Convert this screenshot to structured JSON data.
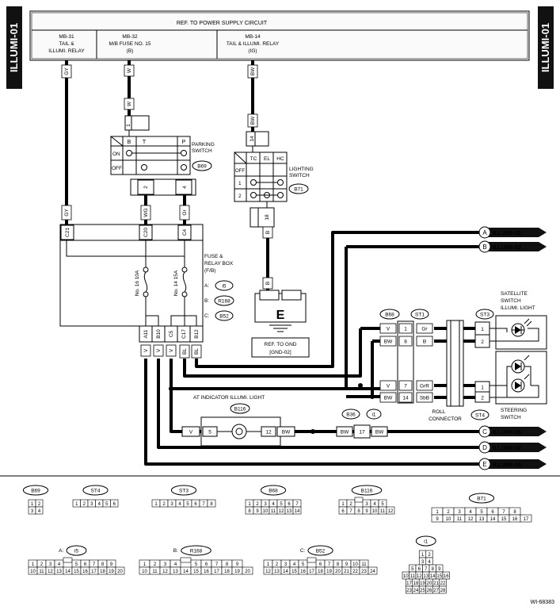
{
  "side_label": "ILLUMI-01",
  "psc": {
    "title": "REF. TO POWER SUPPLY CIRCUIT",
    "mb31": [
      "MB-31",
      "TAIL &",
      "ILLUMI. RELAY"
    ],
    "mb32": [
      "MB-32",
      "M/B FUSE NO. 15",
      "(B)"
    ],
    "mb14": [
      "MB-14",
      "TAIL & ILLUMI. RELAY",
      "(IG)"
    ]
  },
  "wire_colors": {
    "gy": "GY",
    "w": "W",
    "bw": "BW",
    "wg": "WG",
    "or": "Or",
    "b": "B",
    "v": "V",
    "bl": "BL",
    "gr": "Gr",
    "grr": "GrR",
    "sbb": "SbB"
  },
  "pins": {
    "p1": "1",
    "p2": "2",
    "p4": "4",
    "p5": "5",
    "p7": "7",
    "p8": "8",
    "p12": "12",
    "p14": "14",
    "p17": "17",
    "p18": "18"
  },
  "parking": {
    "name": [
      "PARKING",
      "SWITCH"
    ],
    "conn": "B69",
    "cols": [
      "B",
      "T",
      "P"
    ],
    "rows": [
      "ON",
      "OFF"
    ]
  },
  "lighting": {
    "name": [
      "LIGHTING",
      "SWITCH"
    ],
    "conn": "B71",
    "cols": [
      "TC",
      "EL",
      "HC"
    ],
    "rows": [
      "OFF",
      "1",
      "2"
    ]
  },
  "fb": {
    "title": [
      "FUSE &",
      "RELAY BOX",
      "(F/B)"
    ],
    "top_pins": [
      "C21",
      "C20",
      "C4"
    ],
    "fuses": [
      "No. 16  10A",
      "No. 14  15A"
    ],
    "conns": [
      {
        "k": "A:",
        "v": "i5"
      },
      {
        "k": "B:",
        "v": "R168"
      },
      {
        "k": "C:",
        "v": "B52"
      }
    ],
    "bottom_pins": [
      "A11",
      "B10",
      "C5",
      "C17",
      "B12"
    ]
  },
  "ground": {
    "mark": "E",
    "ref": [
      "REF. TO GND",
      "[GND-02]"
    ]
  },
  "off_page": [
    {
      "letter": "A",
      "label": "ILLUMI-02"
    },
    {
      "letter": "B",
      "label": "ILLUMI-02"
    },
    {
      "letter": "C",
      "label": "ILLUMI-05"
    },
    {
      "letter": "D",
      "label": "ILLUMI-02"
    },
    {
      "letter": "E",
      "label": "ILLUMI-03"
    }
  ],
  "b68": "B68",
  "st1": "ST1",
  "st3": "ST3",
  "st4": "ST4",
  "b116": "B116",
  "b36": "B36",
  "i1": "i1",
  "satellite": [
    "SATELLITE",
    "SWITCH",
    "ILLUMI. LIGHT"
  ],
  "steering": [
    "STEERING",
    "SWITCH"
  ],
  "roll": [
    "ROLL",
    "CONNECTOR"
  ],
  "at_indicator": "AT INDICATOR ILLUMI. LIGHT",
  "legend": {
    "b69": {
      "name": "B69",
      "rows": [
        [
          "1",
          "2"
        ],
        [
          "3",
          "4"
        ]
      ]
    },
    "st4": {
      "name": "ST4",
      "rows": [
        [
          "1",
          "2",
          "3",
          "4",
          "5",
          "6"
        ]
      ]
    },
    "st3": {
      "name": "ST3",
      "rows": [
        [
          "1",
          "2",
          "3",
          "4",
          "5",
          "6",
          "7",
          "8"
        ]
      ]
    },
    "b68": {
      "name": "B68",
      "rows": [
        [
          "1",
          "2",
          "3",
          "4",
          "5",
          "6",
          "7"
        ],
        [
          "8",
          "9",
          "10",
          "11",
          "12",
          "13",
          "14"
        ]
      ]
    },
    "b116": {
      "name": "B116",
      "rows": [
        [
          "1",
          "2",
          "",
          "3",
          "4",
          "5"
        ],
        [
          "6",
          "7",
          "8",
          "9",
          "10",
          "11",
          "12"
        ]
      ]
    },
    "b71": {
      "name": "B71",
      "rows": [
        [
          "1",
          "2",
          "3",
          "4",
          "5",
          "6",
          "7",
          "8"
        ],
        [
          "9",
          "10",
          "11",
          "12",
          "13",
          "14",
          "15",
          "16",
          "17"
        ]
      ]
    },
    "i5": {
      "prefix": "A:",
      "name": "i5",
      "rows": [
        [
          "1",
          "2",
          "3",
          "4",
          "",
          "5",
          "6",
          "7",
          "8",
          "9"
        ],
        [
          "10",
          "11",
          "12",
          "13",
          "14",
          "15",
          "16",
          "17",
          "18",
          "19",
          "20"
        ]
      ]
    },
    "r168": {
      "prefix": "B:",
      "name": "R168",
      "rows": [
        [
          "1",
          "2",
          "3",
          "4",
          "",
          "5",
          "6",
          "7",
          "8",
          "9"
        ],
        [
          "10",
          "11",
          "12",
          "13",
          "14",
          "15",
          "16",
          "17",
          "18",
          "19",
          "20"
        ]
      ]
    },
    "b52": {
      "prefix": "C:",
      "name": "B52",
      "rows": [
        [
          "1",
          "2",
          "3",
          "4",
          "5",
          "",
          "6",
          "7",
          "8",
          "9",
          "10",
          "11"
        ],
        [
          "12",
          "13",
          "14",
          "15",
          "16",
          "17",
          "18",
          "19",
          "20",
          "21",
          "22",
          "23",
          "24"
        ]
      ]
    },
    "i1": {
      "name": "i1",
      "rows": [
        [
          "1",
          "2"
        ],
        [
          "3",
          "4"
        ],
        [
          "5",
          "6",
          "7",
          "8",
          "9"
        ],
        [
          "10",
          "11",
          "12",
          "13",
          "14",
          "15",
          "16"
        ],
        [
          "17",
          "18",
          "19",
          "20",
          "21",
          "22"
        ],
        [
          "23",
          "24",
          "25",
          "26",
          "27",
          "28"
        ]
      ]
    }
  },
  "figure_id": "WI-68383"
}
